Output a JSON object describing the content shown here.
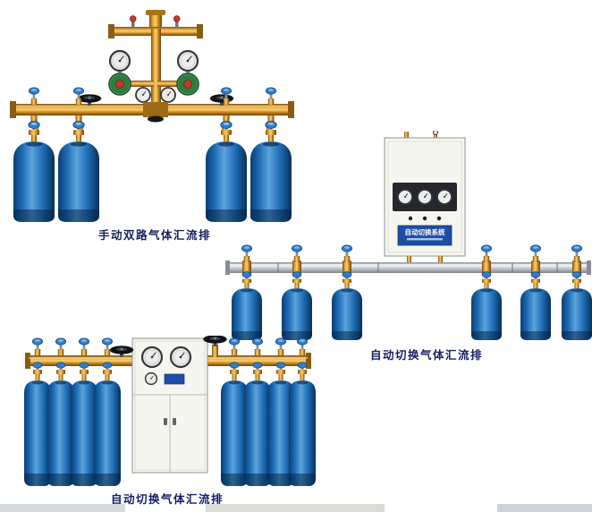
{
  "page": {
    "background_color": "#ffffff",
    "caption_color": "#131f63"
  },
  "figures": {
    "manual_dual": {
      "caption": "手动双路气体汇流排"
    },
    "auto_wall": {
      "caption": "自动切换气体汇流排",
      "cabinet_label": "自动切换系统"
    },
    "auto_floor": {
      "caption": "自动切换气体汇流排"
    }
  },
  "colors": {
    "brass": "#d39a33",
    "cylinder_blue": "#1e6cb5",
    "valve_cap_blue": "#2f7fd0",
    "regulator_green": "#2e7d3e",
    "pipe_silver": "#c3c8cd",
    "cabinet_white": "#f6f6f1",
    "cabinet_panel_blue": "#1d4ea6"
  }
}
